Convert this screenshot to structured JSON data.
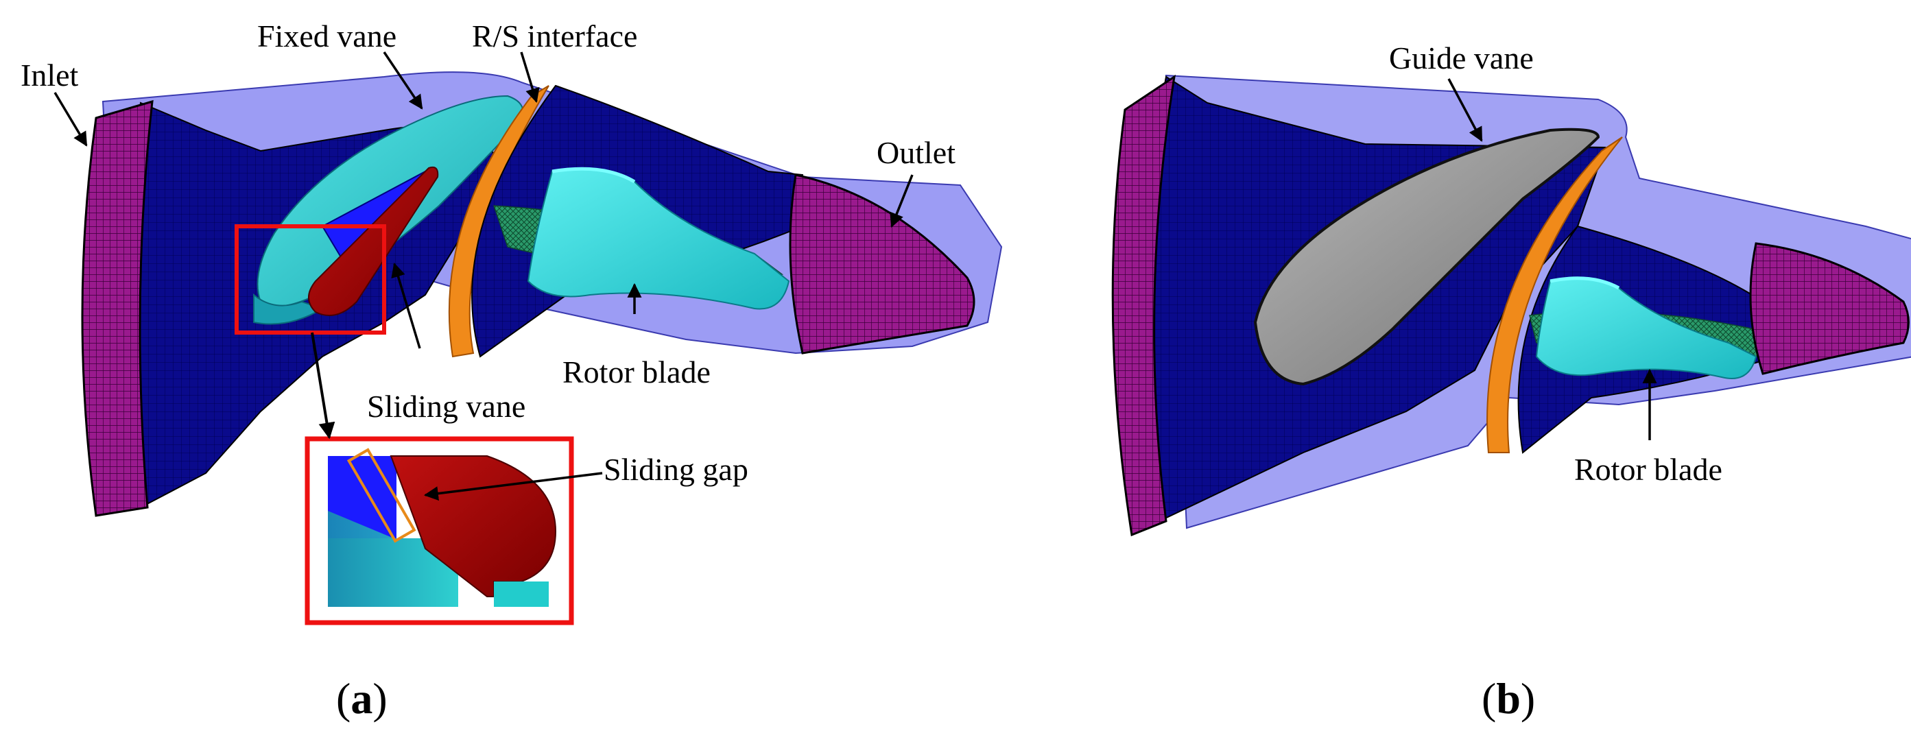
{
  "panel_a": {
    "letter": "a",
    "labels": {
      "inlet": "Inlet",
      "fixed_vane": "Fixed vane",
      "rs_interface": "R/S interface",
      "outlet": "Outlet",
      "rotor_blade": "Rotor blade",
      "sliding_vane": "Sliding vane",
      "sliding_gap": "Sliding gap"
    }
  },
  "panel_b": {
    "letter": "b",
    "labels": {
      "guide_vane": "Guide vane",
      "rotor_blade": "Rotor blade"
    }
  },
  "colors": {
    "domain_dark": "#0a0a8c",
    "domain_light": "#5a5ae0",
    "domain_translucent": "#7b7bf0",
    "inlet_outlet": "#9a1a8e",
    "interface": "#f08a1a",
    "fixed_vane": "#29c9c9",
    "sliding_vane": "#a00000",
    "rotor_blade": "#33d4d4",
    "guide_vane": "#9a9a9a",
    "callout_frame": "#ee1111",
    "gap_marker": "#e88a1a",
    "hub_mesh": "#2a9a6a"
  }
}
